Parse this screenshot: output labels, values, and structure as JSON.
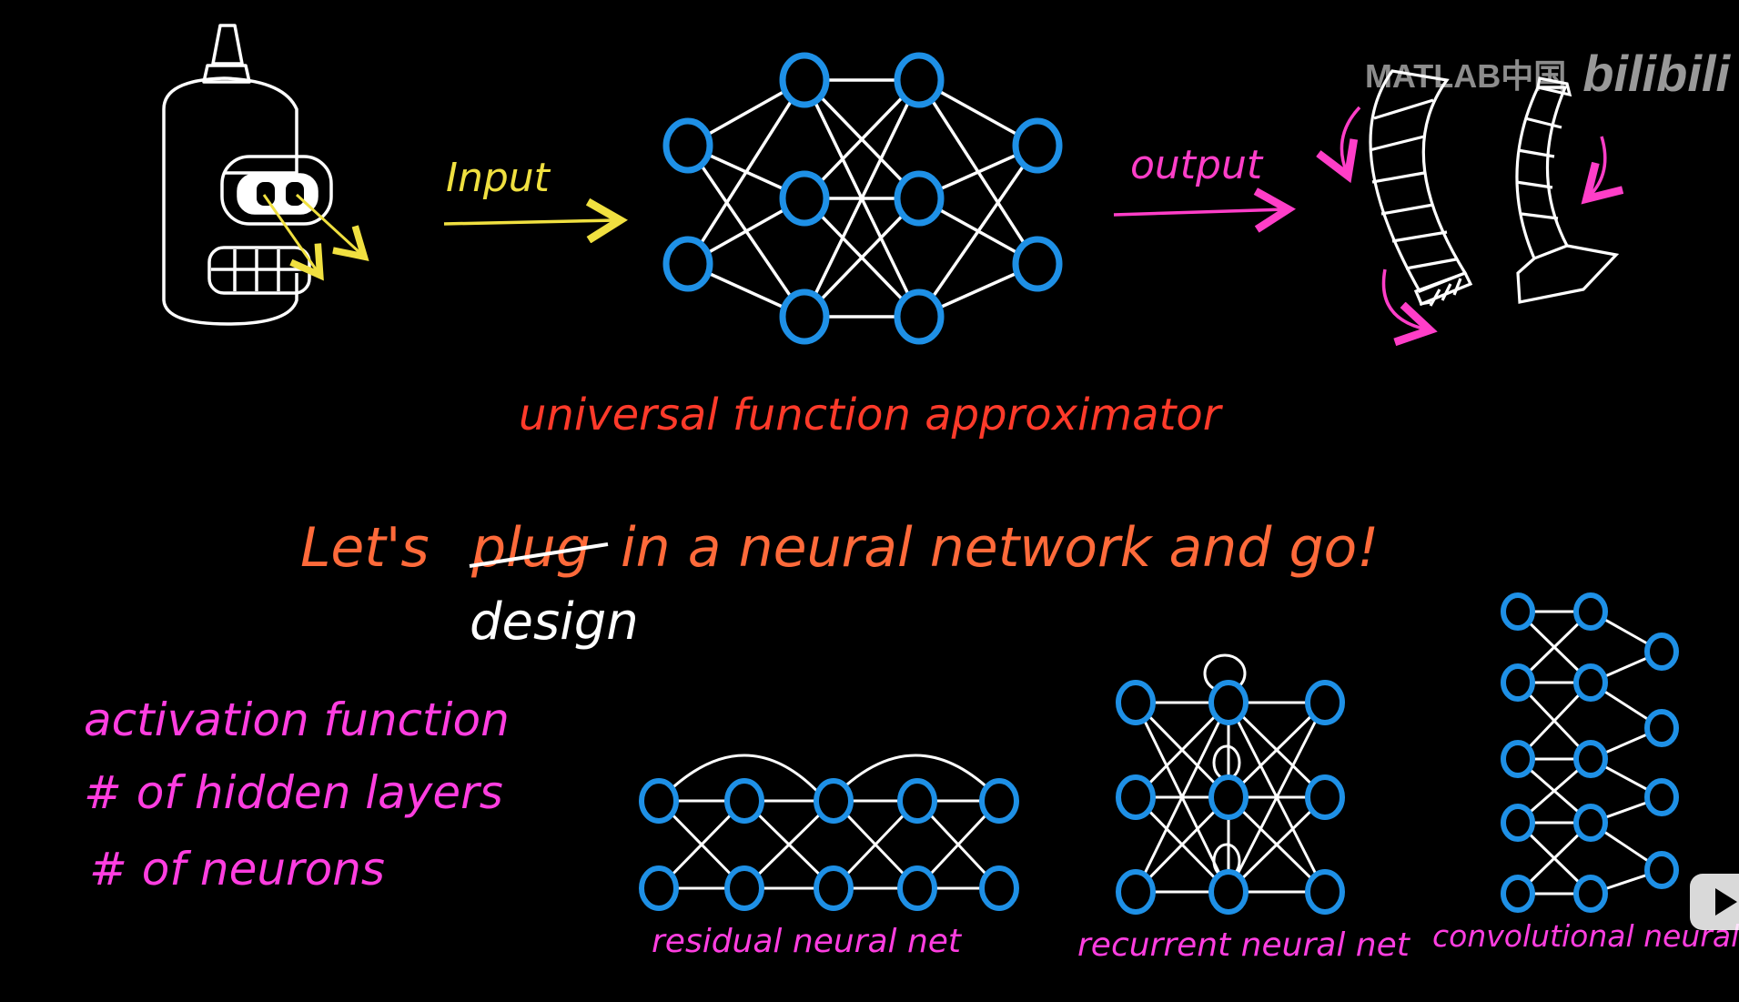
{
  "watermark": {
    "brand": "MATLAB中国",
    "site": "bilibili"
  },
  "arrows": {
    "input_label": "Input",
    "output_label": "output"
  },
  "caption": "universal function approximator",
  "slogan": {
    "prefix": "Let's",
    "struck_word": "plug",
    "replacement_word": "design",
    "rest": "in a neural network and go!"
  },
  "design_choices": [
    "activation function",
    "# of hidden layers",
    "# of neurons"
  ],
  "architectures": {
    "residual": "residual neural net",
    "recurrent": "recurrent neural net",
    "convolutional": "convolutional neural n"
  },
  "colors": {
    "node": "#1e90e6",
    "input": "#f0e040",
    "output": "#ff3ec8",
    "caption": "#ff3a2a",
    "slogan": "#ff6a3a",
    "design": "#ffffff",
    "choices": "#ff3ee0",
    "arch_label": "#ff3ee0"
  },
  "icons": [
    "robot-head-icon",
    "robot-arm-icon",
    "play-icon"
  ]
}
